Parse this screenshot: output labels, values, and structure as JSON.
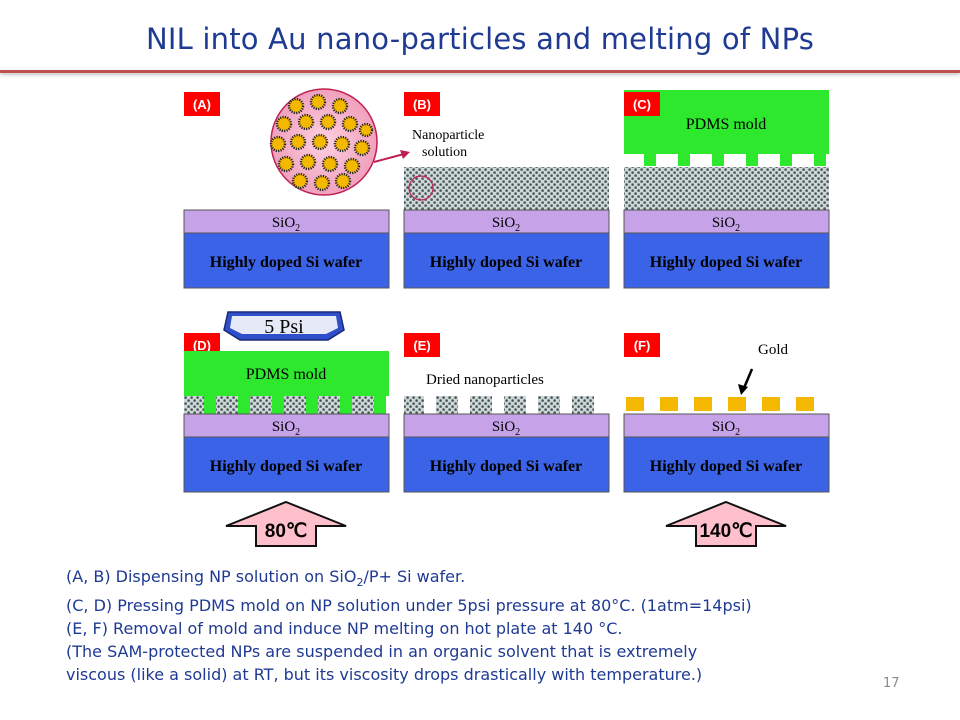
{
  "title": "NIL into Au nano-particles and melting of NPs",
  "slide_number": "17",
  "figure": {
    "panels": [
      {
        "tag": "(A)",
        "sio2": "SiO",
        "sio2_sub": "2",
        "wafer": "Highly doped Si wafer"
      },
      {
        "tag": "(B)",
        "sio2": "SiO",
        "sio2_sub": "2",
        "wafer": "Highly doped Si wafer",
        "callout_line1": "Nanoparticle",
        "callout_line2": "solution"
      },
      {
        "tag": "(C)",
        "sio2": "SiO",
        "sio2_sub": "2",
        "wafer": "Highly doped Si wafer",
        "mold": "PDMS mold"
      },
      {
        "tag": "(D)",
        "sio2": "SiO",
        "sio2_sub": "2",
        "wafer": "Highly doped Si wafer",
        "mold": "PDMS mold",
        "pressure": "5 Psi",
        "temp": "80℃"
      },
      {
        "tag": "(E)",
        "sio2": "SiO",
        "sio2_sub": "2",
        "wafer": "Highly doped Si wafer",
        "label": "Dried nanoparticles"
      },
      {
        "tag": "(F)",
        "sio2": "SiO",
        "sio2_sub": "2",
        "wafer": "Highly doped Si wafer",
        "label": "Gold",
        "temp": "140℃"
      }
    ],
    "colors": {
      "tag_red": "#ff0000",
      "sio2_purple": "#c6a3e8",
      "wafer_blue": "#3a63e8",
      "mold_green": "#2ee82e",
      "gold": "#f5b800"
    }
  },
  "caption": {
    "line1_pre": "(A, B) Dispensing NP solution on SiO",
    "line1_sub": "2",
    "line1_post": "/P+ Si wafer.",
    "line2": "(C, D) Pressing PDMS mold on NP solution under 5psi pressure at 80°C. (1atm=14psi)",
    "line3": "(E, F) Removal of mold and induce NP melting on hot plate at 140 °C.",
    "line4": "(The SAM-protected NPs are suspended in an organic solvent that is extremely",
    "line5": "viscous (like a solid) at RT, but its viscosity drops drastically with temperature.)"
  }
}
